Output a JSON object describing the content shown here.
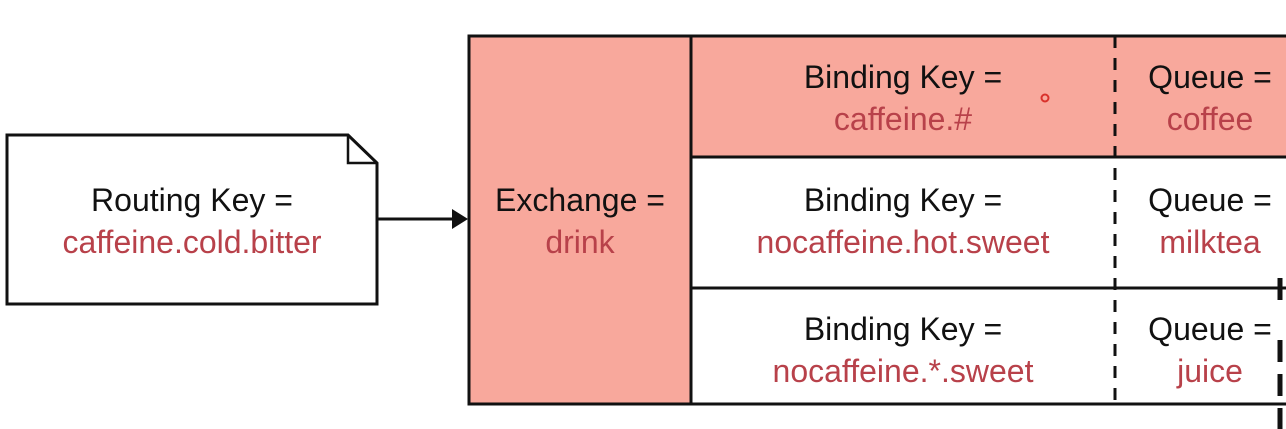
{
  "message": {
    "key_label": "Routing Key =",
    "key_value": "caffeine.cold.bitter"
  },
  "exchange": {
    "label": "Exchange =",
    "value": "drink"
  },
  "bindings": [
    {
      "binding_label": "Binding Key =",
      "binding_value": "caffeine.#",
      "queue_label": "Queue =",
      "queue_value": "coffee",
      "highlighted": true
    },
    {
      "binding_label": "Binding Key =",
      "binding_value": "nocaffeine.hot.sweet",
      "queue_label": "Queue =",
      "queue_value": "milktea",
      "highlighted": false
    },
    {
      "binding_label": "Binding Key =",
      "binding_value": "nocaffeine.*.sweet",
      "queue_label": "Queue =",
      "queue_value": "juice",
      "highlighted": false
    }
  ],
  "colors": {
    "highlight_fill": "#f8a89c",
    "value_text": "#b8414a",
    "stroke": "#111111"
  }
}
